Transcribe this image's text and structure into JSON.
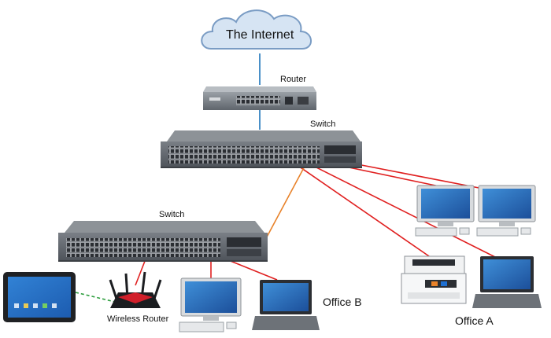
{
  "labels": {
    "internet": "The Internet",
    "router": "Router",
    "switch_top": "Switch",
    "switch_bottom": "Switch",
    "wireless_router": "Wireless Router",
    "office_a": "Office A",
    "office_b": "Office B"
  },
  "colors": {
    "uplink": "#4a90c8",
    "ethernet": "#e02020",
    "trunk": "#e8822a",
    "wireless": "#2e9e3e",
    "device_gray": "#5f6368",
    "cloud_fill": "#d6e4f3",
    "cloud_stroke": "#7a9cc4"
  },
  "icons": {
    "cloud": "cloud-icon",
    "router": "router-icon",
    "switch": "switch-icon",
    "wireless_router": "wireless-router-icon",
    "tablet": "tablet-icon",
    "desktop": "desktop-computer-icon",
    "laptop": "laptop-icon",
    "printer": "printer-icon"
  }
}
